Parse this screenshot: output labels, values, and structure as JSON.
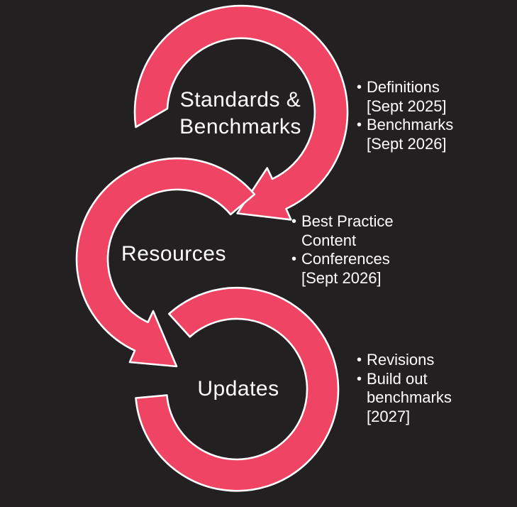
{
  "colors": {
    "background": "#232021",
    "arrow": "#EF4464",
    "arrow_outline": "#FFFFFF",
    "text": "#FFFFFF"
  },
  "bullet_char": "•",
  "diagram": {
    "steps": [
      {
        "label_lines": [
          "Standards &",
          "Benchmarks"
        ],
        "bullets": [
          {
            "lines": [
              "Definitions",
              "[Sept 2025]"
            ]
          },
          {
            "lines": [
              "Benchmarks",
              "[Sept 2026]"
            ]
          }
        ]
      },
      {
        "label_lines": [
          "Resources"
        ],
        "bullets": [
          {
            "lines": [
              "Best Practice",
              "Content"
            ]
          },
          {
            "lines": [
              "Conferences",
              "[Sept 2026]"
            ]
          }
        ]
      },
      {
        "label_lines": [
          "Updates"
        ],
        "bullets": [
          {
            "lines": [
              "Revisions"
            ]
          },
          {
            "lines": [
              "Build out",
              "benchmarks",
              "[2027]"
            ]
          }
        ]
      }
    ]
  }
}
